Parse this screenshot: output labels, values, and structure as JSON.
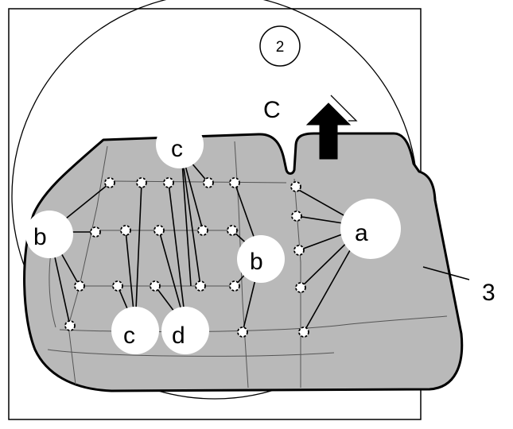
{
  "diagram": {
    "detail_number": "2",
    "direction_label": "C",
    "part_number": "3",
    "labels": {
      "a": "a",
      "b_left": "b",
      "b_right": "b",
      "c_top": "c",
      "c_bottom": "c",
      "d_bottom": "d"
    }
  },
  "colors": {
    "cushion_fill": "#b9b9b9",
    "outline": "#000000",
    "callout_fill": "#ffffff",
    "background": "#ffffff"
  }
}
